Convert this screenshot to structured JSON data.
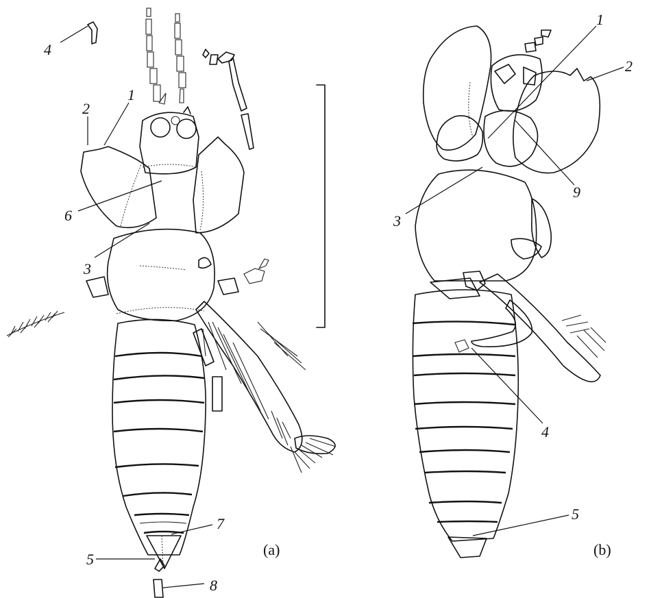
{
  "figure": {
    "panels": [
      {
        "id": "a",
        "label": "(a)"
      },
      {
        "id": "b",
        "label": "(b)"
      }
    ],
    "callouts_a": [
      "1",
      "2",
      "3",
      "4",
      "5",
      "6",
      "7",
      "8"
    ],
    "callouts_b": [
      "1",
      "2",
      "3",
      "4",
      "5",
      "9"
    ]
  }
}
